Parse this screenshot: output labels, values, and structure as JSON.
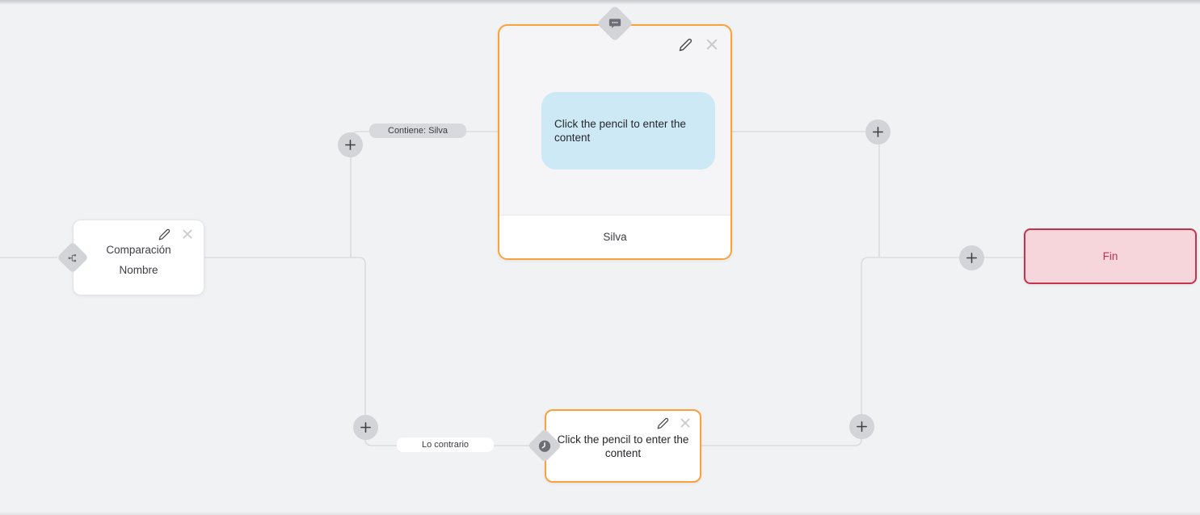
{
  "colors": {
    "canvas_bg": "#f1f2f4",
    "accent_orange": "#f9a23b",
    "edge_line": "#dbdcdf",
    "plus_bg": "#d3d4d8",
    "plus_glyph": "#3e3f45",
    "diamond_bg": "#d3d4d8",
    "diamond_icon": "#6e6f75",
    "bubble_bg": "#cde9f6",
    "node_bg": "#ffffff",
    "message_body_bg": "#f5f5f7",
    "end_bg": "#f6d6db",
    "end_border": "#c2344e",
    "end_text": "#c2344e",
    "label_gray_bg": "#d8d9dc",
    "label_white_bg": "#ffffff",
    "text_primary": "#3d3e44",
    "icon_pencil": "#4a4b50",
    "icon_close": "#c8c9cd"
  },
  "nodes": {
    "condition": {
      "title_line1": "Comparación",
      "title_line2": "Nombre",
      "icon": "branch-icon"
    },
    "message": {
      "bubble_text": "Click the pencil to enter the content",
      "footer_label": "Silva",
      "icon": "chat-dots-icon"
    },
    "delay": {
      "text": "Click the pencil to enter the content",
      "icon": "clock-icon"
    },
    "end": {
      "label": "Fin"
    }
  },
  "edge_labels": {
    "contains": "Contiene: Silva",
    "otherwise": "Lo contrario"
  },
  "icons": {
    "node_actions": [
      "pencil-icon",
      "close-icon"
    ],
    "connector": "plus-icon"
  }
}
